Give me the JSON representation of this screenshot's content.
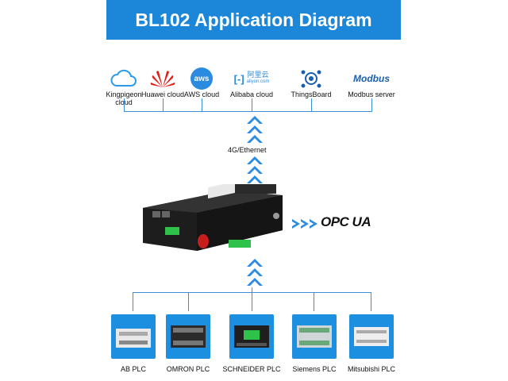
{
  "title": "BL102 Application Diagram",
  "clouds": [
    {
      "icon": "kingpigeon-cloud-icon",
      "label": "Kingpigeon\ncloud"
    },
    {
      "icon": "huawei-icon",
      "label": "Huawei cloud"
    },
    {
      "icon": "aws-icon",
      "label": "AWS cloud",
      "logo_text": "aws"
    },
    {
      "icon": "alibaba-icon",
      "label": "Alibaba cloud",
      "logo_text": "阿里云",
      "logo_sub": "aliyun.com"
    },
    {
      "icon": "thingsboard-icon",
      "label": "ThingsBoard"
    },
    {
      "icon": "modbus-icon",
      "label": "Modbus server",
      "logo_text": "Modbus"
    }
  ],
  "link_label": "4G/Ethernet",
  "opc_label": "OPC UA",
  "plcs": [
    {
      "label": "AB PLC"
    },
    {
      "label": "OMRON PLC"
    },
    {
      "label": "SCHNEIDER PLC"
    },
    {
      "label": "Siemens PLC"
    },
    {
      "label": "Mitsubishi PLC"
    }
  ],
  "colors": {
    "accent": "#1c86d8",
    "line": "#3a8fd6",
    "arrow": "#2a8be0"
  }
}
